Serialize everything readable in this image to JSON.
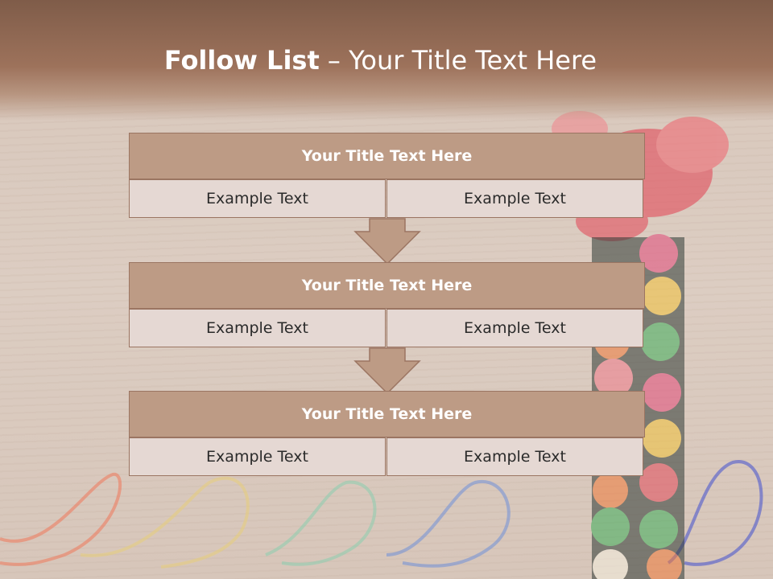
{
  "slide": {
    "title_bold": "Follow List",
    "title_rest": " – Your Title Text Here"
  },
  "blocks": [
    {
      "heading": "Your Title Text Here",
      "left": "Example Text",
      "right": "Example Text"
    },
    {
      "heading": "Your Title Text Here",
      "left": "Example Text",
      "right": "Example Text"
    },
    {
      "heading": "Your Title Text Here",
      "left": "Example Text",
      "right": "Example Text"
    }
  ],
  "colors": {
    "header_brown": "#8b6652",
    "block_heading": "#bd9b85",
    "block_cell": "#e5d8d3",
    "arrow": "#bd9b85"
  }
}
